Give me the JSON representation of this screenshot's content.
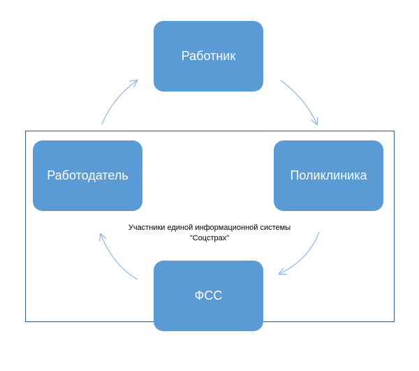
{
  "nodes": {
    "worker": "Работник",
    "employer": "Работодатель",
    "clinic": "Поликлиника",
    "fss": "ФСС"
  },
  "caption": {
    "line1": "Участники единой информационной системы",
    "line2": "\"Соцстрах\""
  },
  "colors": {
    "node_fill": "#5b9bd5",
    "node_text": "#ffffff",
    "frame_border": "#2e5a88",
    "arrow": "#8fb8e0"
  }
}
